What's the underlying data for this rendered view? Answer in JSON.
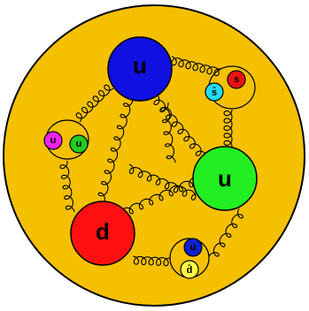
{
  "diagram": {
    "background_color": "#F5C000",
    "quarks": [
      {
        "id": "u_blue",
        "label": "u",
        "color": "#1010E0",
        "text_color": "#000000"
      },
      {
        "id": "u_green",
        "label": "u",
        "color": "#22EE22",
        "text_color": "#000000"
      },
      {
        "id": "d_red",
        "label": "d",
        "color": "#FF1010",
        "text_color": "#000000"
      }
    ],
    "sea_quarks": [
      {
        "id": "s",
        "label": "s",
        "color": "#EE1111",
        "text_color": "#000000"
      },
      {
        "id": "s_bar",
        "label": "s̄",
        "color": "#22DDEE",
        "text_color": "#000000"
      },
      {
        "id": "u_small_magenta",
        "label": "u",
        "color": "#EE22EE",
        "text_color": "#000000"
      },
      {
        "id": "u_small_green",
        "label": "u",
        "color": "#22CC22",
        "text_color": "#000000"
      },
      {
        "id": "u_small_blue",
        "label": "u",
        "color": "#1020CC",
        "text_color": "#000000"
      },
      {
        "id": "d_bar",
        "label": "d̄",
        "color": "#FFFF44",
        "text_color": "#000000"
      }
    ]
  }
}
